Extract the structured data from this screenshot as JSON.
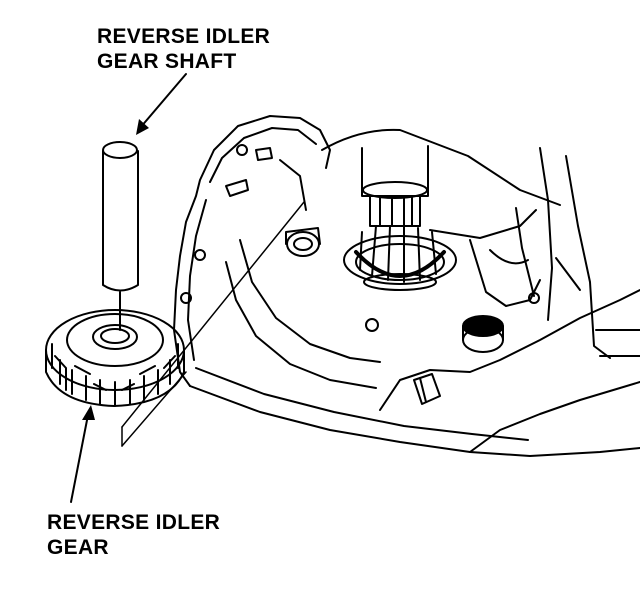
{
  "labels": {
    "shaft": {
      "line1": "REVERSE IDLER",
      "line2": "GEAR SHAFT"
    },
    "gear": {
      "line1": "REVERSE IDLER",
      "line2": "GEAR"
    }
  },
  "colors": {
    "ink": "#000000",
    "paper": "#ffffff"
  }
}
